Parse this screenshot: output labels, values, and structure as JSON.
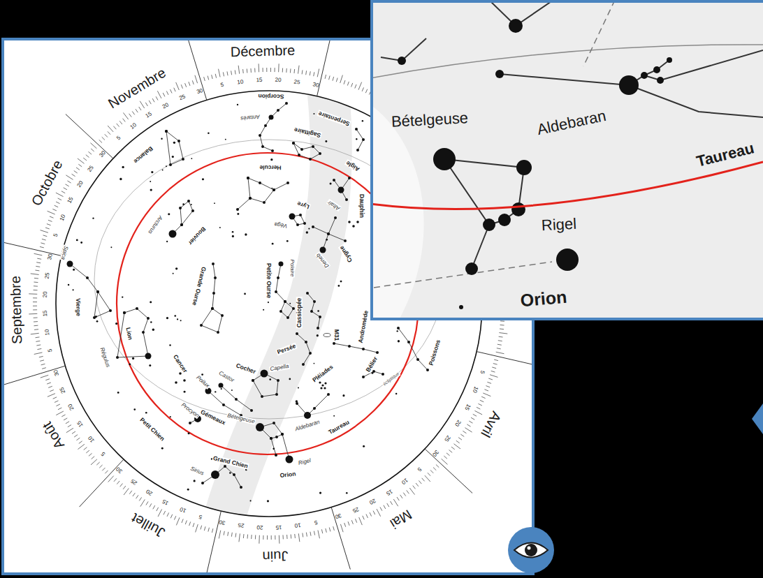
{
  "diagram": {
    "labels": [
      "Décembre",
      "5",
      "10",
      "15",
      "20",
      "25",
      "30",
      "Novembre",
      "5",
      "10",
      "15",
      "20",
      "25",
      "30",
      "Octobre",
      "5",
      "10",
      "15",
      "20",
      "25",
      "30",
      "Septembre",
      "5",
      "10",
      "15",
      "20",
      "25",
      "30",
      "Août",
      "5",
      "10",
      "15",
      "20",
      "25",
      "30",
      "Juillet",
      "5",
      "10",
      "15",
      "20",
      "25",
      "30",
      "Juin",
      "5",
      "10",
      "15",
      "20",
      "25",
      "30",
      "Mai",
      "5",
      "10",
      "15",
      "20",
      "25",
      "30",
      "Avril",
      "5",
      "10",
      "15",
      "20",
      "25",
      "30",
      "Scorpion",
      "Antarès",
      "Serpentaire",
      "Sagittaire",
      "Balance",
      "Hercule",
      "Aigle",
      "Altaïr",
      "Lyre",
      "Véga",
      "Dauphin",
      "Cygne",
      "Deneb",
      "Arcturus",
      "Spica",
      "Bouvier",
      "Vierge",
      "Grande Ourse",
      "Petite Ourse",
      "Polaire",
      "Cassiopée",
      "M31",
      "Andromède",
      "Lion",
      "Régulus",
      "Persée",
      "Cancer",
      "Cocher",
      "Capella",
      "Pollux",
      "Castor",
      "Bélier",
      "Pléiades",
      "écliptique",
      "Poissons",
      "Procyon",
      "Gémeaux",
      "Petit Chien",
      "Bételgeuse",
      "Aldebaran",
      "Taureau",
      "Grand Chien",
      "Rigel",
      "Sirius",
      "Orion",
      "Bételgeuse",
      "Aldebaran",
      "Taureau",
      "Rigel",
      "Orion"
    ]
  }
}
